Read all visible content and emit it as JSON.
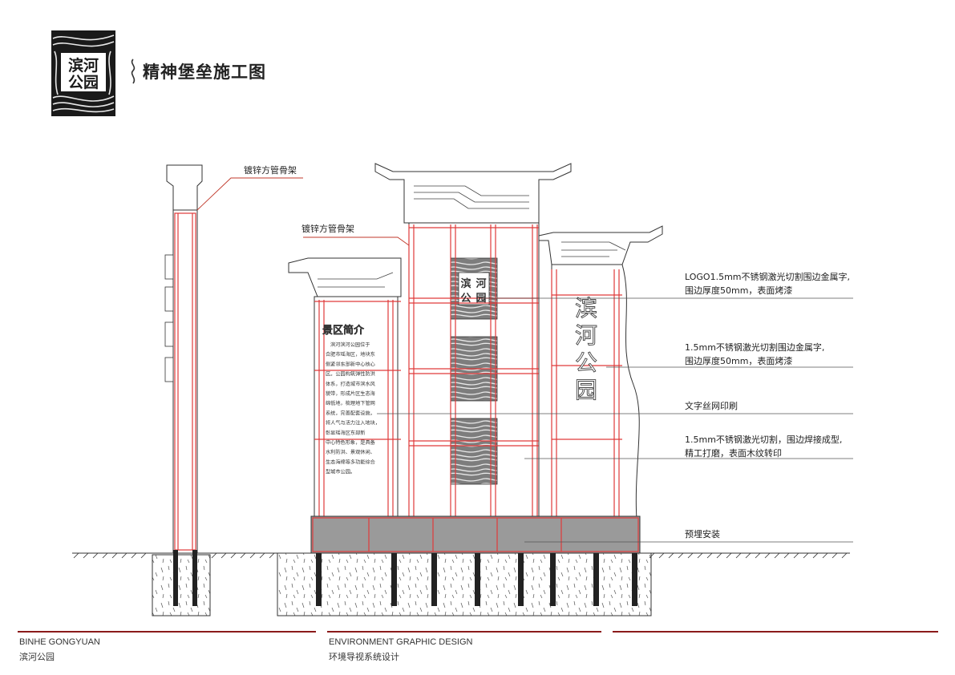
{
  "header": {
    "logo_text_line1": "滨河",
    "logo_text_line2": "公园",
    "title": "精神堡垒施工图"
  },
  "drawing": {
    "side_view_label": "镀锌方管骨架",
    "front_frame_label": "镀锌方管骨架",
    "sign_top_text": "滨河公园",
    "sign_logo_chars": [
      "滨",
      "河",
      "公",
      "园"
    ],
    "intro_title": "景区简介",
    "intro_lines": [
      "滨河滨河公园位于",
      "合肥市瑶海区，地块东",
      "侧紧邻东部新中心核心",
      "区。公园构筑弹性防洪",
      "体系，打造城市滨水风",
      "貌带，形成片区生态海",
      "绵低地，梳理地下管网",
      "系统，完善配套设施，",
      "将人气与活力注入地块，",
      "彰显瑶海区东部新",
      "中心特色形象，是具备",
      "水利防洪、景观休闲、",
      "生态海绵等多功能综合",
      "型城市公园。"
    ],
    "callouts": [
      {
        "line1": "LOGO1.5mm不锈钢激光切割围边金属字,",
        "line2": "围边厚度50mm，表面烤漆"
      },
      {
        "line1": "1.5mm不锈钢激光切割围边金属字,",
        "line2": "围边厚度50mm，表面烤漆"
      },
      {
        "line1": "文字丝网印刷",
        "line2": ""
      },
      {
        "line1": "1.5mm不锈钢激光切割，围边焊接成型,",
        "line2": "精工打磨，表面木纹转印"
      },
      {
        "line1": "预埋安装",
        "line2": ""
      }
    ]
  },
  "footer": {
    "left_en": "BINHE GONGYUAN",
    "left_cn": "滨河公园",
    "mid_en": "ENVIRONMENT GRAPHIC DESIGN",
    "mid_cn": "环境导视系统设计",
    "line_color": "#8b1a1a"
  },
  "colors": {
    "frame_red": "#e03a3a",
    "leader_red": "#c0392b",
    "base_gray": "#9a9a9a",
    "panel_gray": "#8c8c8c"
  }
}
